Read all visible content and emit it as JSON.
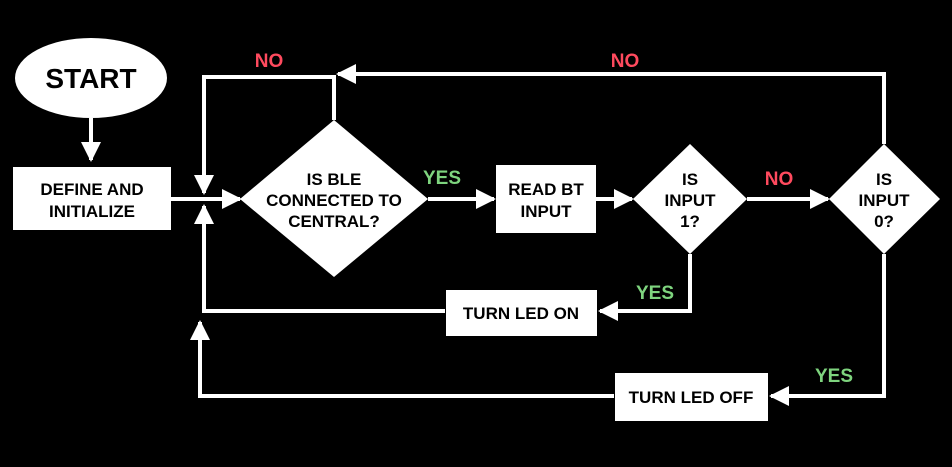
{
  "colors": {
    "background": "#000000",
    "shape": "#ffffff",
    "line": "#ffffff",
    "text": "#000000",
    "yes": "#7ed47e",
    "no": "#ff4a5e"
  },
  "nodes": {
    "start": "START",
    "define_init": [
      "DEFINE AND",
      "INITIALIZE"
    ],
    "ble_connected": [
      "IS BLE",
      "CONNECTED TO",
      "CENTRAL?"
    ],
    "read_bt": [
      "READ BT",
      "INPUT"
    ],
    "is_input_1": [
      "IS",
      "INPUT",
      "1?"
    ],
    "is_input_0": [
      "IS",
      "INPUT",
      "0?"
    ],
    "led_on": "TURN LED ON",
    "led_off": "TURN LED OFF"
  },
  "labels": {
    "no_ble": "NO",
    "no_top": "NO",
    "yes_ble": "YES",
    "no_input1": "NO",
    "yes_input1": "YES",
    "yes_input0": "YES"
  }
}
